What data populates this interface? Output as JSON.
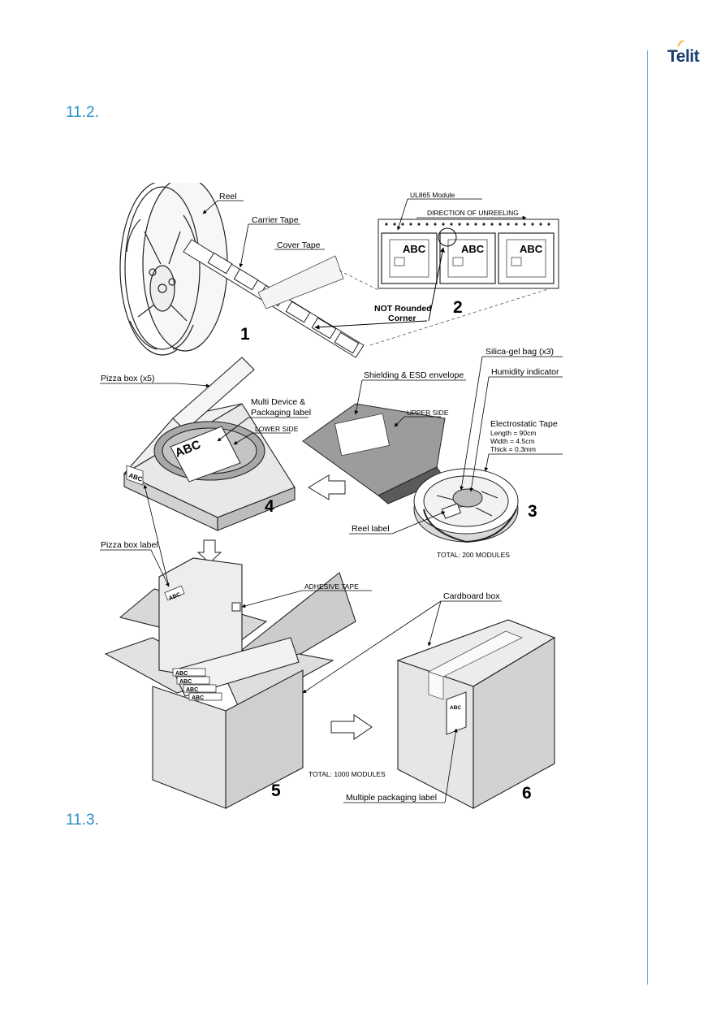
{
  "header": {
    "logo_text": "Telit",
    "accent_color": "#2b8fc9",
    "rule_color": "#6fa9d8"
  },
  "sections": [
    {
      "number": "11.2."
    },
    {
      "number": "11.3."
    }
  ],
  "figure": {
    "labels": {
      "reel": "Reel",
      "carrier_tape": "Carrier Tape",
      "cover_tape": "Cover Tape",
      "module": "UL865 Module",
      "direction": "DIRECTION OF UNREELING",
      "not_rounded_1": "NOT Rounded",
      "not_rounded_2": "Corner",
      "pizza_box": "Pizza box (x5)",
      "multi_device_1": "Multi Device &",
      "multi_device_2": "Packaging label",
      "lower_side": "LOWER SIDE",
      "shielding": "Shielding & ESD envelope",
      "upper_side": "UPPER SIDE",
      "silica": "Silica-gel bag (x3)",
      "humidity": "Humidity indicator",
      "esd_tape": "Electrostatic Tape",
      "esd_length": "Length = 90cm",
      "esd_width": "Width = 4.5cm",
      "esd_thick": "Thick = 0.3mm",
      "reel_label": "Reel label",
      "total_200": "TOTAL: 200  MODULES",
      "pizza_box_label": "Pizza box label",
      "adhesive_tape": "ADHESIVE TAPE",
      "cardboard_box": "Cardboard box",
      "total_1000": "TOTAL: 1000  MODULES",
      "multiple_label": "Multiple packaging label",
      "abc": "ABC"
    },
    "step_numbers": [
      "1",
      "2",
      "3",
      "4",
      "5",
      "6"
    ]
  }
}
